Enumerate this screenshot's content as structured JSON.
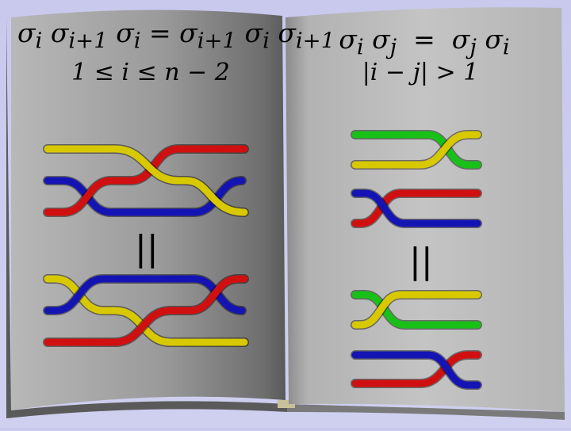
{
  "left_page": {
    "relation_html": "σ<sub>i</sub> σ<sub>i+1</sub> σ<sub>i</sub> = σ<sub>i+1</sub> σ<sub>i</sub> σ<sub>i+1</sub>",
    "condition": "1 ≤ i ≤ n − 2",
    "equals_symbol": "||"
  },
  "right_page": {
    "relation_html": "σ<sub>i</sub> σ<sub>j</sub> &nbsp;= &nbsp;σ<sub>j</sub> σ<sub>i</sub>",
    "condition": "|i − j| > 1",
    "equals_symbol": "||"
  },
  "colors": {
    "red": "#d01010",
    "blue": "#1414b4",
    "yellow": "#d8c800",
    "green": "#18c018",
    "background": "#cacaee",
    "left_page": "#909090",
    "right_page": "#bdbdbd"
  }
}
